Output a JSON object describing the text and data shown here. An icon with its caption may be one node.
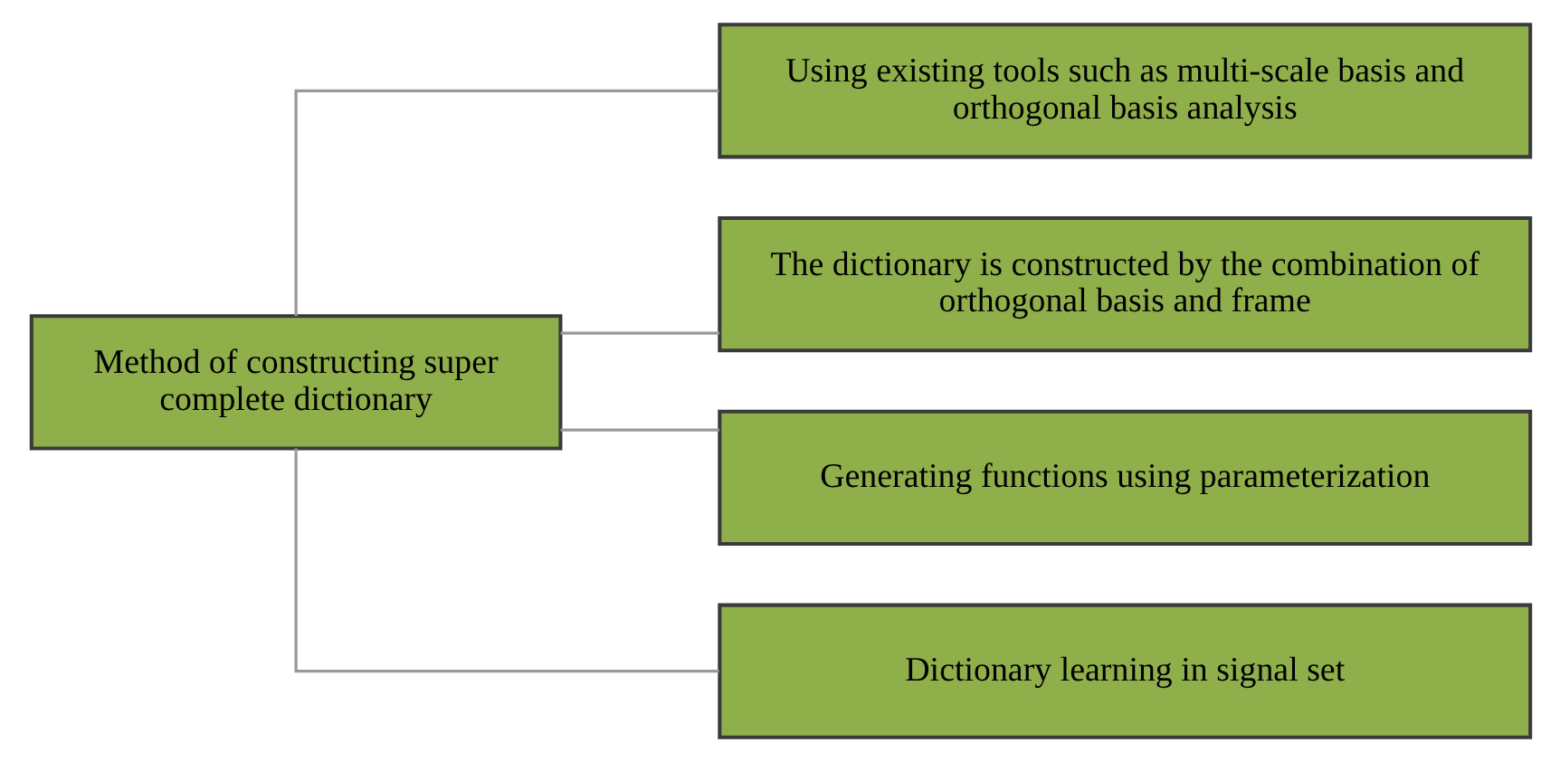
{
  "diagram": {
    "nodes": [
      {
        "text": [
          "Method of constructing super complete dictionary"
        ]
      },
      {
        "text": [
          "Using existing tools such as multi-scale basis and orthogonal basis analysis"
        ]
      },
      {
        "text": [
          "The dictionary is constructed by the combination of orthogonal basis and frame"
        ]
      },
      {
        "text": [
          "Generating functions using parameterization"
        ]
      },
      {
        "text": [
          "Dictionary learning in signal set"
        ]
      }
    ],
    "edges": [
      {
        "from": 0,
        "to": 1,
        "arrow": "none"
      },
      {
        "from": 0,
        "to": 2,
        "arrow": "none"
      },
      {
        "from": 0,
        "to": 3,
        "arrow": "none"
      },
      {
        "from": 0,
        "to": 4,
        "arrow": "none"
      }
    ]
  }
}
